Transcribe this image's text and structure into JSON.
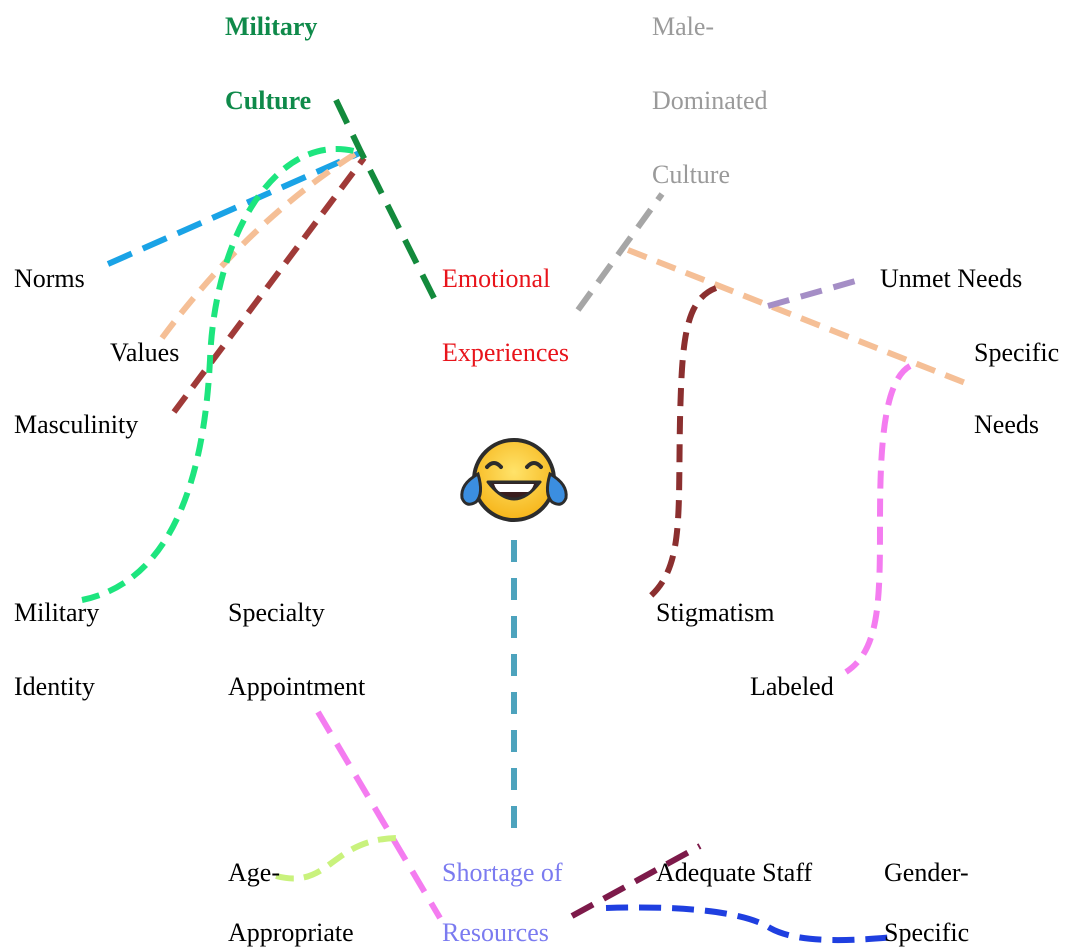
{
  "concepts": {
    "military_culture": {
      "line1": "Military",
      "line2": "Culture",
      "color": "#0f8a4a"
    },
    "male_dominated_culture": {
      "line1": "Male-",
      "line2": "Dominated",
      "line3": "Culture",
      "color": "#9a9a9a"
    },
    "norms": "Norms",
    "values": "Values",
    "masculinity": "Masculinity",
    "emotional_experiences": {
      "line1": "Emotional",
      "line2": "Experiences",
      "color": "#e8141b"
    },
    "unmet_needs": "Unmet Needs",
    "specific_needs": {
      "line1": "Specific",
      "line2": "Needs"
    },
    "military_identity": {
      "line1": "Military",
      "line2": "Identity"
    },
    "specialty_appointment": {
      "line1": "Specialty",
      "line2": "Appointment"
    },
    "stigmatism": "Stigmatism",
    "labeled": "Labeled",
    "age_appropriate": {
      "line1": "Age-",
      "line2": "Appropriate"
    },
    "shortage_of_resources": {
      "line1": "Shortage of",
      "line2": "Resources",
      "color": "#7b7bf0"
    },
    "adequate_staff": "Adequate Staff",
    "gender_specific": {
      "line1": "Gender-",
      "line2": "Specific"
    }
  },
  "center_icon": "laughing-tears-emoji-icon",
  "connector_colors": {
    "norms": "#1aa3e6",
    "values": "#f5bf96",
    "masculinity": "#a03a38",
    "military_identity": "#1de57e",
    "emotional_experiences": "#138a3c",
    "male_dominated": "#a6a6a6",
    "specific_needs": "#f5bf96",
    "unmet_needs": "#a58ec6",
    "stigmatism": "#8b2f2f",
    "labeled": "#f47cf0",
    "emoji": "#4da3bd",
    "specialty": "#f47cf0",
    "age_appropriate": "#c9f27d",
    "adequate_staff": "#7d1a4a",
    "gender_specific": "#1f3fe0"
  }
}
